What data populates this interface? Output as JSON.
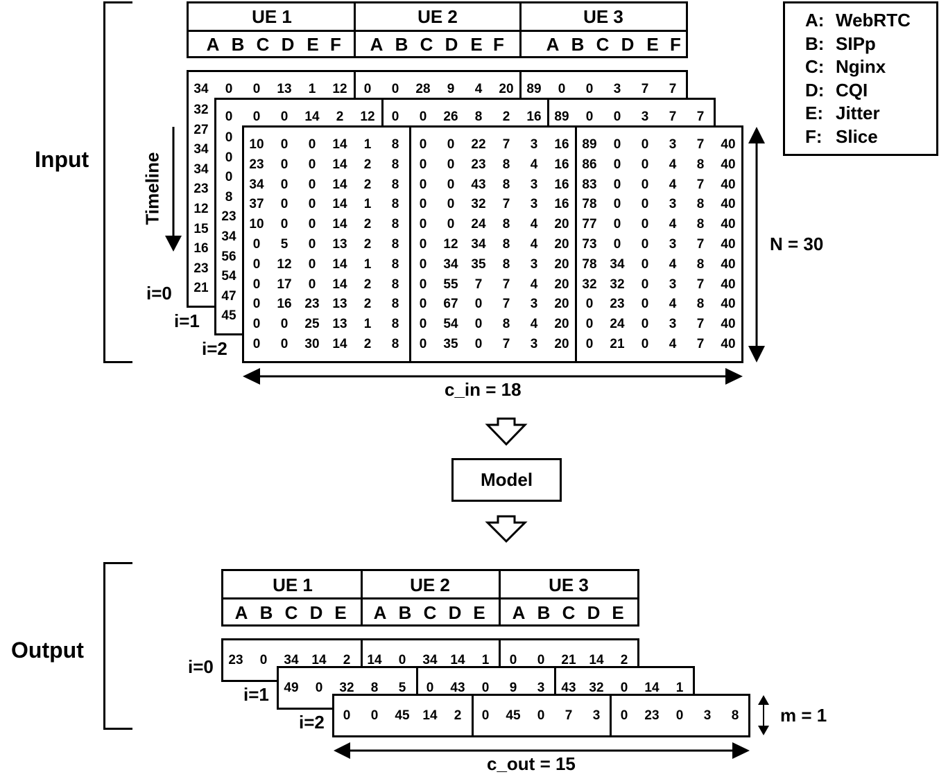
{
  "input": {
    "label": "Input",
    "ue_labels": [
      "UE 1",
      "UE 2",
      "UE 3"
    ],
    "metric_letters": [
      "A",
      "B",
      "C",
      "D",
      "E",
      "F"
    ],
    "timeline_label": "Timeline",
    "n_label": "N = 30",
    "c_in_label": "c_in = 18",
    "layer_labels": [
      "i=0",
      "i=1",
      "i=2"
    ],
    "layer0_top_row": [
      "34",
      "0",
      "0",
      "13",
      "1",
      "12",
      "0",
      "0",
      "28",
      "9",
      "4",
      "20",
      "89",
      "0",
      "0",
      "3",
      "7",
      "7"
    ],
    "layer0_first_col": [
      "32",
      "27",
      "34",
      "34",
      "23",
      "12",
      "15",
      "16",
      "23",
      "21"
    ],
    "layer1_top_row": [
      "0",
      "0",
      "0",
      "14",
      "2",
      "12",
      "0",
      "0",
      "26",
      "8",
      "2",
      "16",
      "89",
      "0",
      "0",
      "3",
      "7",
      "7"
    ],
    "layer1_first_col": [
      "0",
      "0",
      "0",
      "8",
      "23",
      "34",
      "56",
      "54",
      "47",
      "45"
    ],
    "layer2_rows": [
      [
        "10",
        "0",
        "0",
        "14",
        "1",
        "8",
        "0",
        "0",
        "22",
        "7",
        "3",
        "16",
        "89",
        "0",
        "0",
        "3",
        "7",
        "40"
      ],
      [
        "23",
        "0",
        "0",
        "14",
        "2",
        "8",
        "0",
        "0",
        "23",
        "8",
        "4",
        "16",
        "86",
        "0",
        "0",
        "4",
        "8",
        "40"
      ],
      [
        "34",
        "0",
        "0",
        "14",
        "2",
        "8",
        "0",
        "0",
        "43",
        "8",
        "3",
        "16",
        "83",
        "0",
        "0",
        "4",
        "7",
        "40"
      ],
      [
        "37",
        "0",
        "0",
        "14",
        "1",
        "8",
        "0",
        "0",
        "32",
        "7",
        "3",
        "16",
        "78",
        "0",
        "0",
        "3",
        "8",
        "40"
      ],
      [
        "10",
        "0",
        "0",
        "14",
        "2",
        "8",
        "0",
        "0",
        "24",
        "8",
        "4",
        "20",
        "77",
        "0",
        "0",
        "4",
        "8",
        "40"
      ],
      [
        "0",
        "5",
        "0",
        "13",
        "2",
        "8",
        "0",
        "12",
        "34",
        "8",
        "4",
        "20",
        "73",
        "0",
        "0",
        "3",
        "7",
        "40"
      ],
      [
        "0",
        "12",
        "0",
        "14",
        "1",
        "8",
        "0",
        "34",
        "35",
        "8",
        "3",
        "20",
        "78",
        "34",
        "0",
        "4",
        "8",
        "40"
      ],
      [
        "0",
        "17",
        "0",
        "14",
        "2",
        "8",
        "0",
        "55",
        "7",
        "7",
        "4",
        "20",
        "32",
        "32",
        "0",
        "3",
        "7",
        "40"
      ],
      [
        "0",
        "16",
        "23",
        "13",
        "2",
        "8",
        "0",
        "67",
        "0",
        "7",
        "3",
        "20",
        "0",
        "23",
        "0",
        "4",
        "8",
        "40"
      ],
      [
        "0",
        "0",
        "25",
        "13",
        "1",
        "8",
        "0",
        "54",
        "0",
        "8",
        "4",
        "20",
        "0",
        "24",
        "0",
        "3",
        "7",
        "40"
      ],
      [
        "0",
        "0",
        "30",
        "14",
        "2",
        "8",
        "0",
        "35",
        "0",
        "7",
        "3",
        "20",
        "0",
        "21",
        "0",
        "4",
        "7",
        "40"
      ]
    ]
  },
  "legend": [
    {
      "key": "A:",
      "name": "WebRTC"
    },
    {
      "key": "B:",
      "name": "SIPp"
    },
    {
      "key": "C:",
      "name": "Nginx"
    },
    {
      "key": "D:",
      "name": "CQI"
    },
    {
      "key": "E:",
      "name": "Jitter"
    },
    {
      "key": "F:",
      "name": "Slice"
    }
  ],
  "model_label": "Model",
  "output": {
    "label": "Output",
    "ue_labels": [
      "UE 1",
      "UE 2",
      "UE 3"
    ],
    "metric_letters": [
      "A",
      "B",
      "C",
      "D",
      "E"
    ],
    "m_label": "m = 1",
    "c_out_label": "c_out = 15",
    "layer_labels": [
      "i=0",
      "i=1",
      "i=2"
    ],
    "rows": [
      [
        "23",
        "0",
        "34",
        "14",
        "2",
        "14",
        "0",
        "34",
        "14",
        "1",
        "0",
        "0",
        "21",
        "14",
        "2"
      ],
      [
        "49",
        "0",
        "32",
        "8",
        "5",
        "0",
        "43",
        "0",
        "9",
        "3",
        "43",
        "32",
        "0",
        "14",
        "1"
      ],
      [
        "0",
        "0",
        "45",
        "14",
        "2",
        "0",
        "45",
        "0",
        "7",
        "3",
        "0",
        "23",
        "0",
        "3",
        "8"
      ]
    ]
  }
}
